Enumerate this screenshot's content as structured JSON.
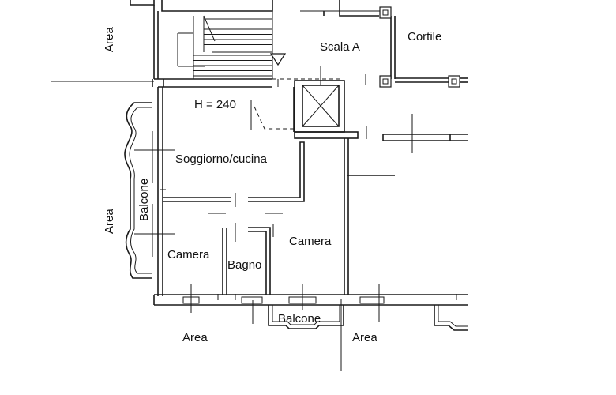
{
  "labels": {
    "area_top_left": "Area",
    "area_mid_left": "Area",
    "area_bottom_left": "Area",
    "area_bottom_right": "Area",
    "cortile": "Cortile",
    "scala": "Scala A",
    "height": "H = 240",
    "soggiorno": "Soggiorno/cucina",
    "balcone_side": "Balcone",
    "balcone_bottom": "Balcone",
    "camera_left": "Camera",
    "camera_right": "Camera",
    "bagno": "Bagno"
  }
}
